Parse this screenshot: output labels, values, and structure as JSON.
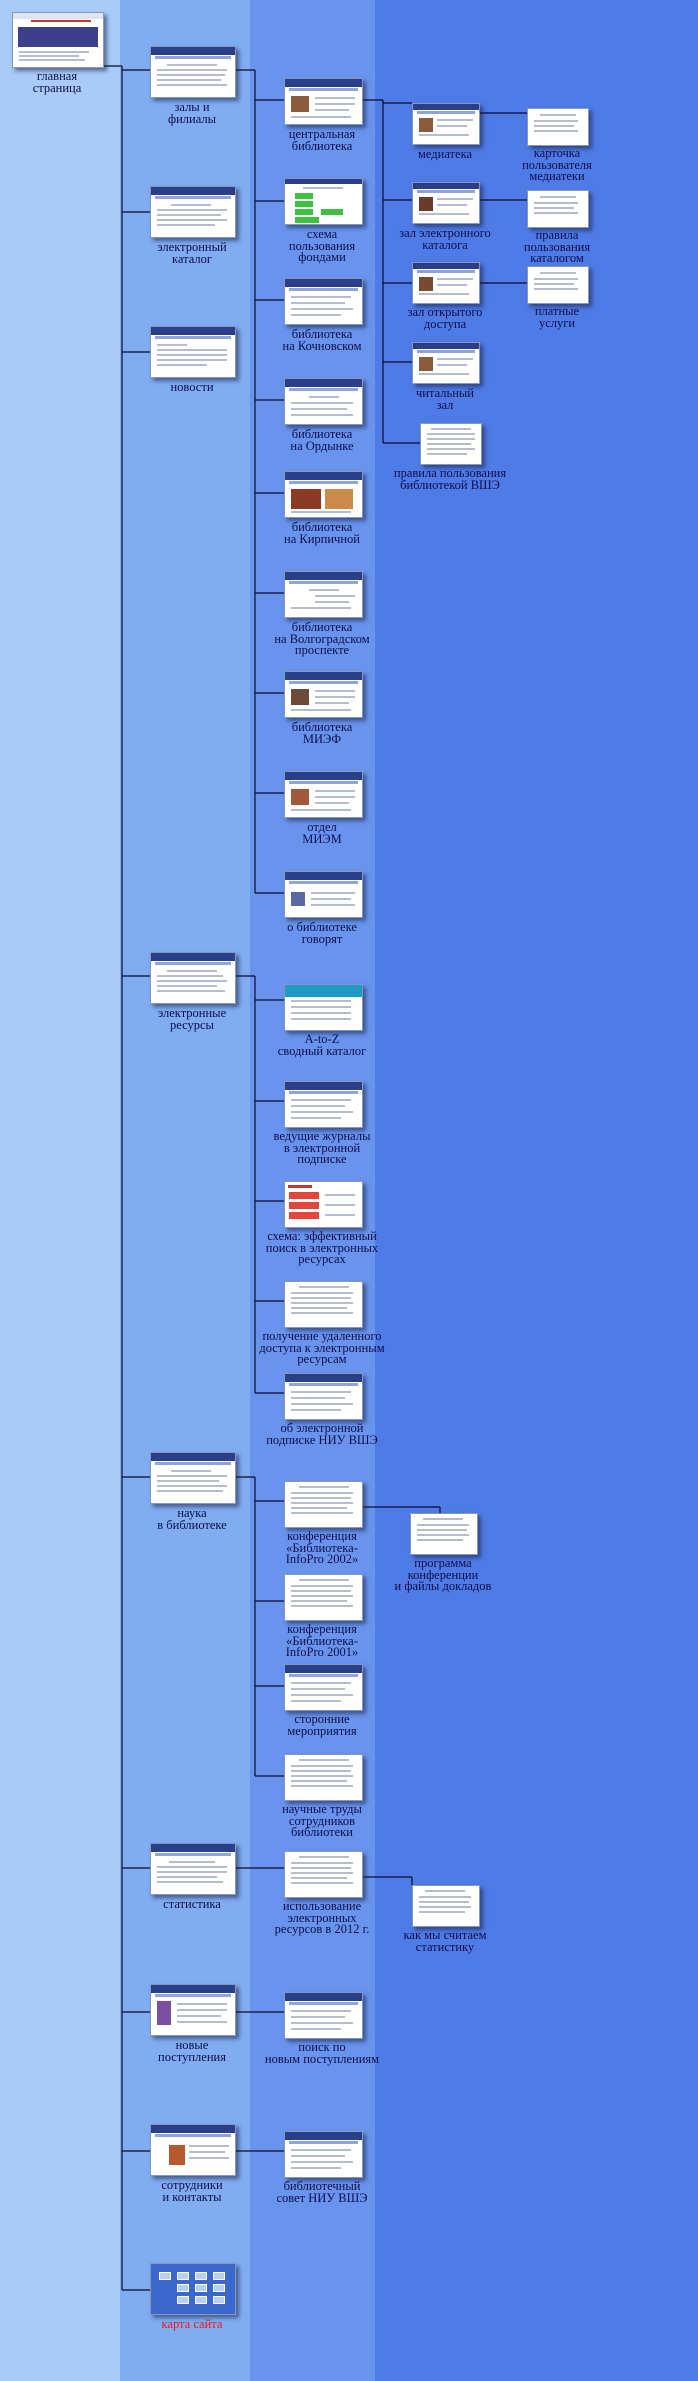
{
  "colors": {
    "band1": "#a9cbf7",
    "band2": "#80acf2",
    "band3": "#6994ee",
    "band4": "#4f7be6",
    "label": "#0d0d4a",
    "current_page_label": "#e81b1b",
    "connector": "#0a0a2a"
  },
  "root": {
    "label": "главная\nстраница"
  },
  "level1": [
    {
      "label": "залы и\nфилиалы"
    },
    {
      "label": "электронный\nкаталог"
    },
    {
      "label": "новости"
    },
    {
      "label": "электронные\nресурсы"
    },
    {
      "label": "наука\nв библиотеке"
    },
    {
      "label": "статистика"
    },
    {
      "label": "новые\nпоступления"
    },
    {
      "label": "сотрудники\nи контакты"
    },
    {
      "label": "карта сайта",
      "current": true
    }
  ],
  "halls": [
    {
      "label": "центральная\nбиблиотека"
    },
    {
      "label": "схема\nпользования\nфондами"
    },
    {
      "label": "библиотека\nна Кочновском"
    },
    {
      "label": "библиотека\nна Ордынке"
    },
    {
      "label": "библиотека\nна Кирпичной"
    },
    {
      "label": "библиотека\nна Волгоградском\nпроспекте"
    },
    {
      "label": "библиотека\nМИЭФ"
    },
    {
      "label": "отдел\nМИЭМ"
    },
    {
      "label": "о библиотеке\nговорят"
    }
  ],
  "central": [
    {
      "label": "медиатека"
    },
    {
      "label": "зал электронного\nкаталога"
    },
    {
      "label": "зал открытого\nдоступа"
    },
    {
      "label": "читальный\nзал"
    },
    {
      "label": "правила пользования\nбиблиотекой ВШЭ"
    }
  ],
  "central_sub": [
    {
      "label": "карточка\nпользователя\nмедиатеки"
    },
    {
      "label": "правила\nпользования\nкаталогом"
    },
    {
      "label": "платные\nуслуги"
    }
  ],
  "eresources": [
    {
      "label": "A-to-Z\nсводный каталог"
    },
    {
      "label": "ведущие журналы\nв электронной\nподписке"
    },
    {
      "label": "схема: эффективный\nпоиск в электронных\nресурсах"
    },
    {
      "label": "получение удаленного\nдоступа к электронным\nресурсам"
    },
    {
      "label": "об электронной\nподписке НИУ ВШЭ"
    }
  ],
  "science": [
    {
      "label": "конференция\n«Библиотека-\nInfoPro 2002»"
    },
    {
      "label": "конференция\n«Библиотека-\nInfoPro 2001»"
    },
    {
      "label": "сторонние\nмероприятия"
    },
    {
      "label": "научные труды\nсотрудников\nбиблиотеки"
    }
  ],
  "science_sub": {
    "label": "программа\nконференции\nи файлы докладов"
  },
  "stats": {
    "label": "использование\nэлектронных\nресурсов в 2012 г."
  },
  "stats_sub": {
    "label": "как мы считаем\nстатистику"
  },
  "newitems": {
    "label": "поиск по\nновым поступлениям"
  },
  "staff": {
    "label": "библиотечный\nсовет НИУ ВШЭ"
  }
}
